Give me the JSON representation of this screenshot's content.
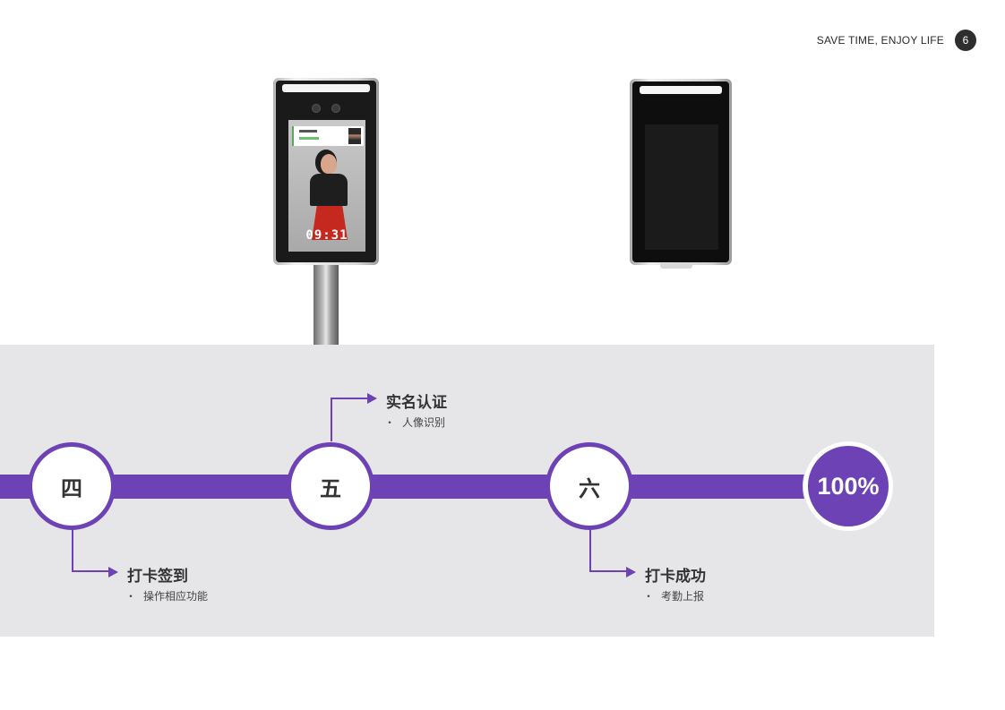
{
  "header": {
    "slogan": "SAVE TIME, ENJOY LIFE",
    "page_number": "6"
  },
  "device_a": {
    "clock": "09:31"
  },
  "timeline": {
    "accent_color": "#6d42b4",
    "nodes": [
      {
        "label": "四"
      },
      {
        "label": "五"
      },
      {
        "label": "六"
      },
      {
        "label": "100%"
      }
    ],
    "steps": [
      {
        "title": "打卡签到",
        "bullet": "・",
        "detail": "操作相应功能"
      },
      {
        "title": "实名认证",
        "bullet": "・",
        "detail": "人像识别"
      },
      {
        "title": "打卡成功",
        "bullet": "・",
        "detail": "考勤上报"
      }
    ]
  }
}
